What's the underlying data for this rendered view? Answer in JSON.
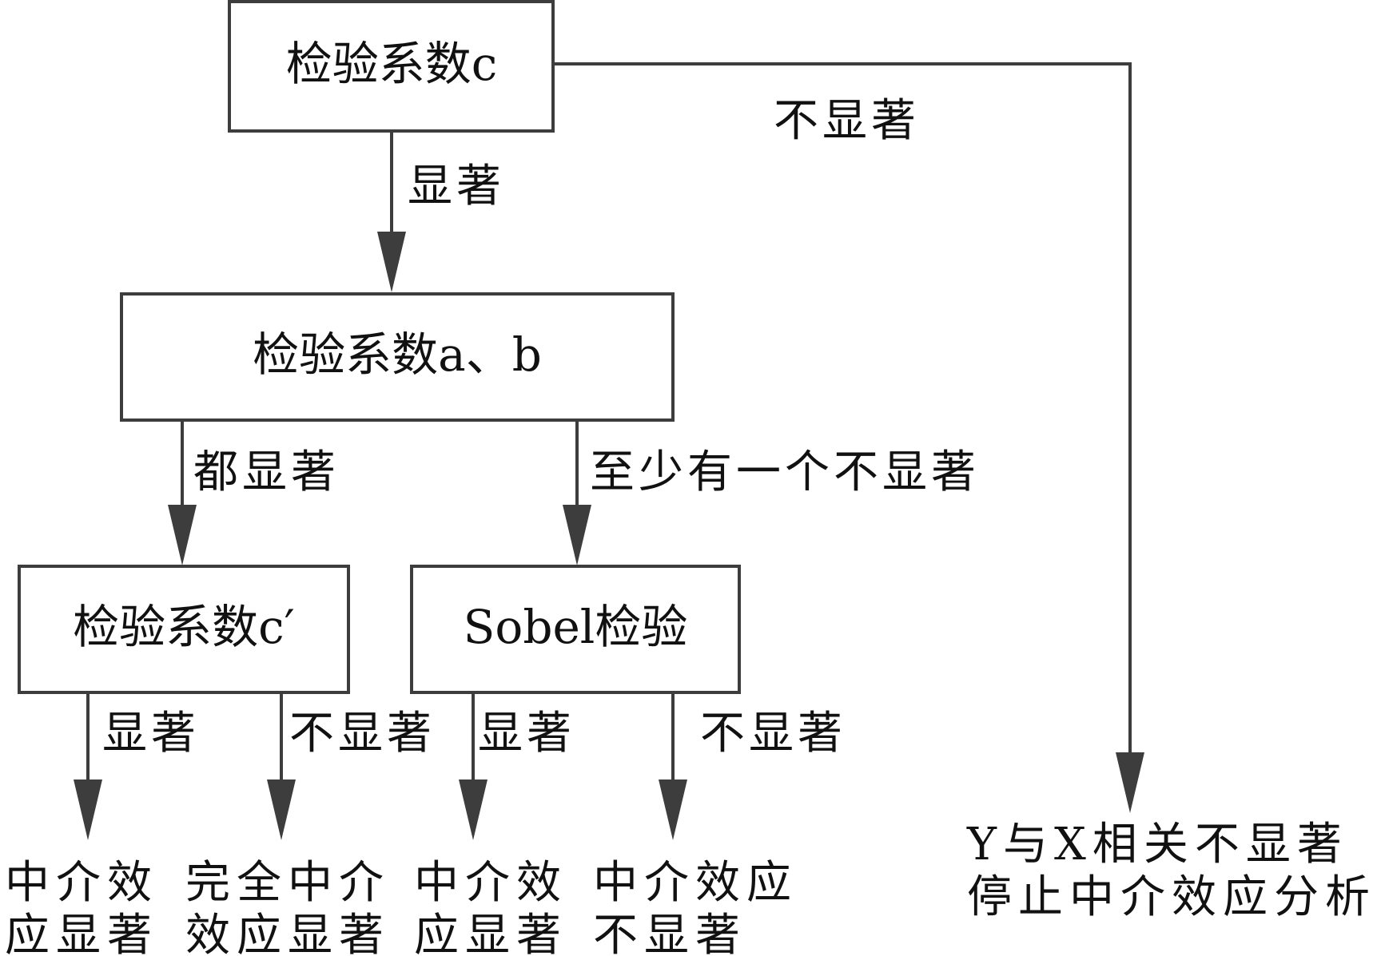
{
  "boxes": {
    "test_c": "检验系数c",
    "test_ab": "检验系数a、b",
    "test_c_prime": "检验系数c′",
    "sobel": "Sobel检验"
  },
  "labels": {
    "c_significant": "显著",
    "c_not_significant": "不显著",
    "ab_both_significant": "都显著",
    "ab_at_least_one_not": "至少有一个不显著",
    "cprime_significant": "显著",
    "cprime_not_significant": "不显著",
    "sobel_significant": "显著",
    "sobel_not_significant": "不显著"
  },
  "outcomes": {
    "partial_mediation": [
      "中介效",
      "应显著"
    ],
    "full_mediation": [
      "完全中介",
      "效应显著"
    ],
    "sobel_mediation": [
      "中介效",
      "应显著"
    ],
    "no_mediation": [
      "中介效应",
      "不显著"
    ],
    "stop": [
      "Y与X相关不显著",
      "停止中介效应分析"
    ]
  }
}
